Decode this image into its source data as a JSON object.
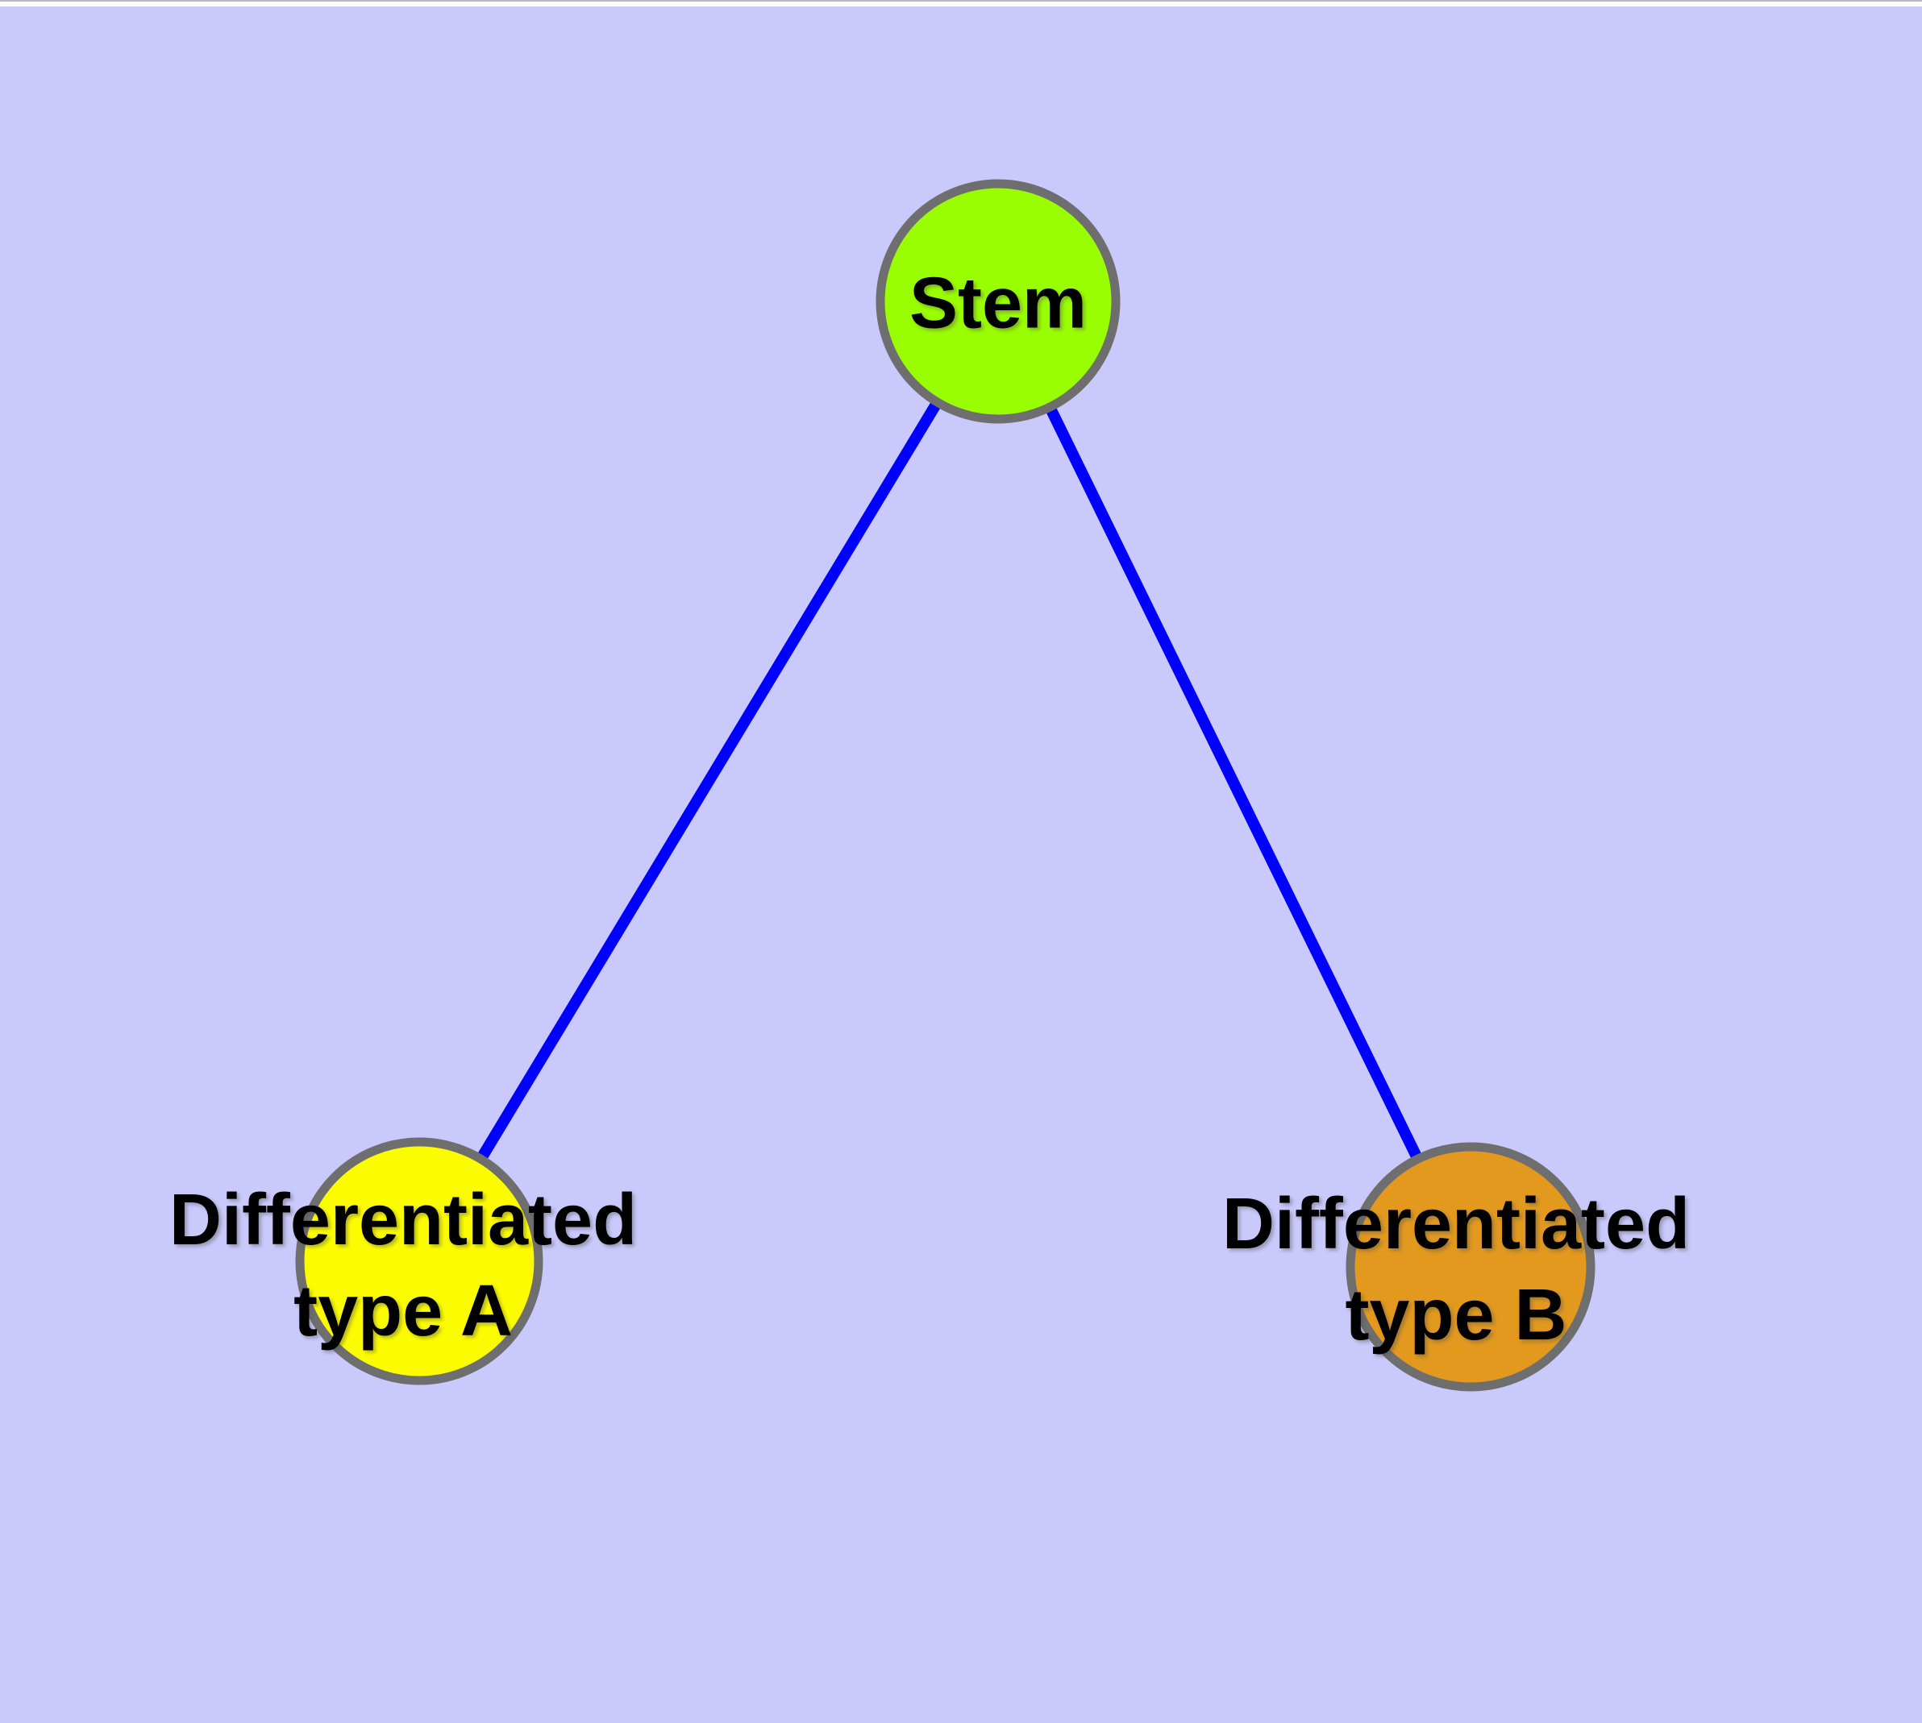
{
  "diagram": {
    "background_color": "#C9C9FB",
    "edge_color": "#0000FF",
    "node_border_color": "#6E6E6E",
    "nodes": [
      {
        "id": "stem",
        "label": "Stem",
        "fill": "#9AFE02"
      },
      {
        "id": "differentiated-type-a",
        "label": "Differentiated type A",
        "label_line1": "Differentiated",
        "label_line2": "type A",
        "fill": "#FCFC00"
      },
      {
        "id": "differentiated-type-b",
        "label": "Differentiated type B",
        "label_line1": "Differentiated",
        "label_line2": "type B",
        "fill": "#E2991E"
      }
    ],
    "edges": [
      {
        "from": "Stem",
        "to": "Differentiated type A"
      },
      {
        "from": "Stem",
        "to": "Differentiated type B"
      }
    ]
  }
}
